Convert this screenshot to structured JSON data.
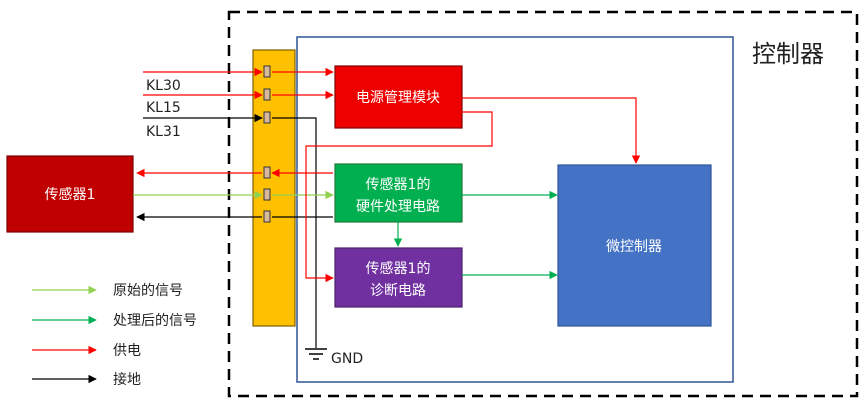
{
  "controller": {
    "title": "控制器"
  },
  "signals": {
    "kl30": "KL30",
    "kl15": "KL15",
    "kl31": "KL31",
    "gnd": "GND"
  },
  "blocks": {
    "sensor": "传感器1",
    "power": "电源管理模块",
    "hw_line1": "传感器1的",
    "hw_line2": "硬件处理电路",
    "diag_line1": "传感器1的",
    "diag_line2": "诊断电路",
    "mcu": "微控制器"
  },
  "legend": [
    {
      "label": "原始的信号",
      "color": "#92d050"
    },
    {
      "label": "处理后的信号",
      "color": "#00b050"
    },
    {
      "label": "供电",
      "color": "#ff0000"
    },
    {
      "label": "接地",
      "color": "#000000"
    }
  ],
  "colors": {
    "power_block": "#ee0000",
    "hw_block": "#00b050",
    "diag_block": "#7030a0",
    "mcu_block": "#4472c4",
    "sensor_block": "#c00000",
    "connector": "#ffc000"
  }
}
